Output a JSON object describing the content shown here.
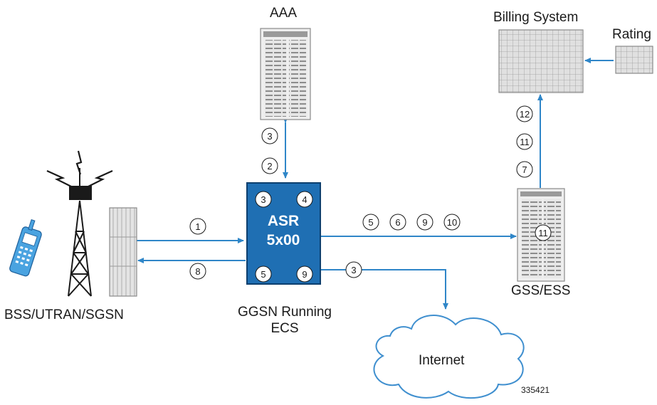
{
  "nodes": {
    "aaa": "AAA",
    "billing": "Billing System",
    "rating": "Rating",
    "bss": "BSS/UTRAN/SGSN",
    "ggsn_line1": "GGSN Running",
    "ggsn_line2": "ECS",
    "gss": "GSS/ESS",
    "internet": "Internet",
    "asr_line1": "ASR",
    "asr_line2": "5x00"
  },
  "figure_id": "335421",
  "steps": {
    "aaa_link": [
      "3",
      "2"
    ],
    "asr_inner": [
      "3",
      "4",
      "5",
      "9"
    ],
    "bss_to_asr": "1",
    "asr_to_bss": "8",
    "asr_to_gss": [
      "5",
      "6",
      "9",
      "10"
    ],
    "asr_to_internet": "3",
    "gss_to_billing": [
      "12",
      "11",
      "7"
    ],
    "gss_inner": "11"
  },
  "colors": {
    "arrow": "#2f86c8",
    "asr_fill": "#1f6fb3",
    "asr_border": "#0d3f6e",
    "server_fill": "#e3e3e3",
    "server_stroke": "#8a8a8a",
    "cloud_stroke": "#3f8fcf"
  }
}
